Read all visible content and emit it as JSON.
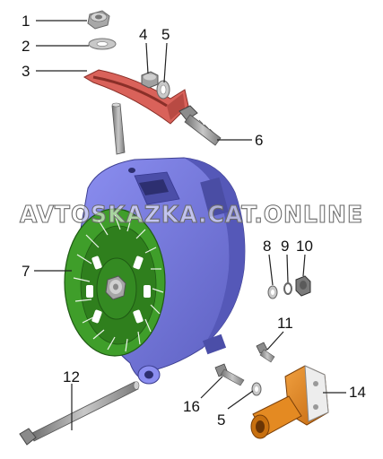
{
  "watermark": "AVTOSKAZKA.CAT.ONLINE",
  "callouts": {
    "c1": "1",
    "c2": "2",
    "c3": "3",
    "c4": "4",
    "c5a": "5",
    "c6": "6",
    "c7": "7",
    "c8": "8",
    "c9": "9",
    "c10": "10",
    "c11": "11",
    "c12": "12",
    "c14": "14",
    "c16": "16",
    "c5b": "5"
  },
  "colors": {
    "housing": "#7d80e0",
    "fan": "#3f9e2a",
    "bracket": "#d9625a",
    "plate": "#e07f1a",
    "steel": "#9a9a9a"
  }
}
